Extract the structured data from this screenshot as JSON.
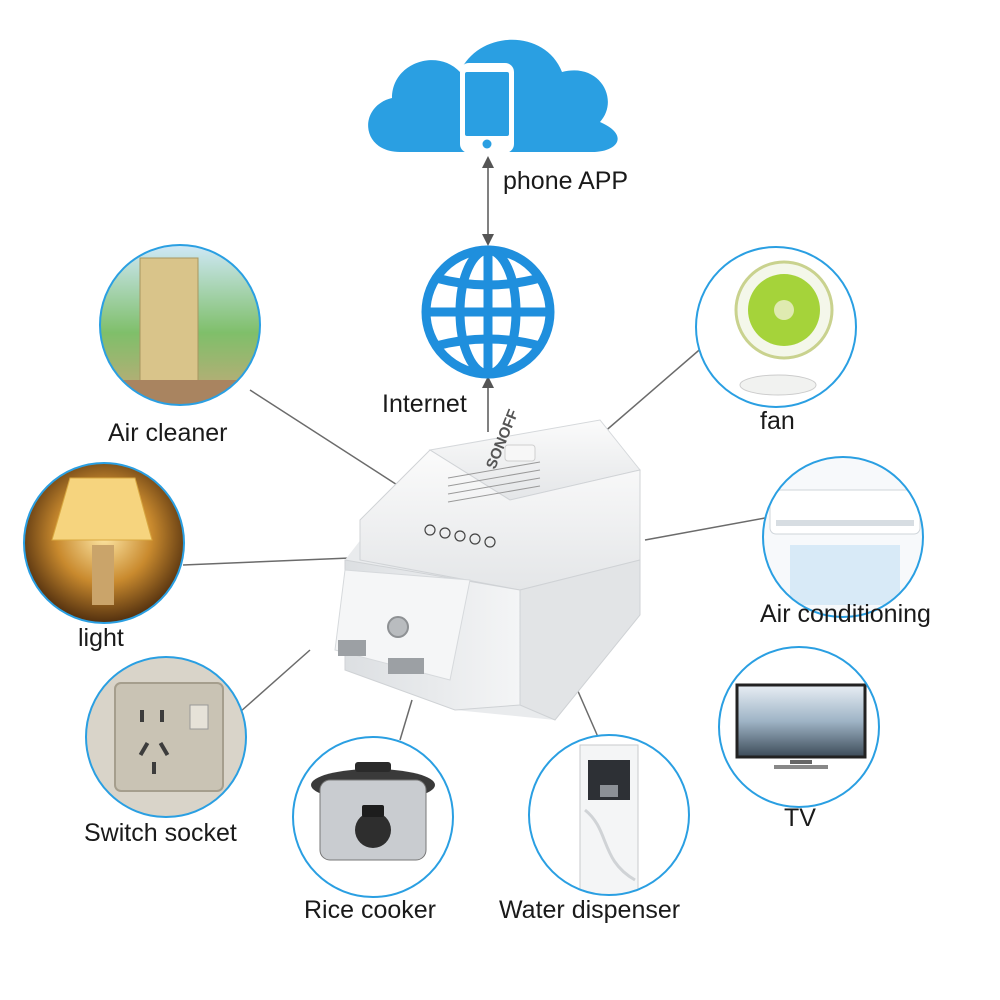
{
  "colors": {
    "cloud": "#2a9fe2",
    "globe": "#1f8fdd",
    "ring": "#2a9fe2",
    "connector": "#6b6b6b",
    "device_body": "#f2f3f4"
  },
  "labels": {
    "phone_app": "phone APP",
    "internet": "Internet",
    "air_cleaner": "Air cleaner",
    "fan": "fan",
    "light": "light",
    "air_conditioning": "Air conditioning",
    "tv": "TV",
    "switch_socket": "Switch socket",
    "rice_cooker": "Rice cooker",
    "water_dispenser": "Water dispenser"
  },
  "device": {
    "brand": "SONOFF"
  },
  "icons": {
    "cloud": "cloud-icon",
    "phone": "smartphone-icon",
    "globe": "globe-icon"
  }
}
